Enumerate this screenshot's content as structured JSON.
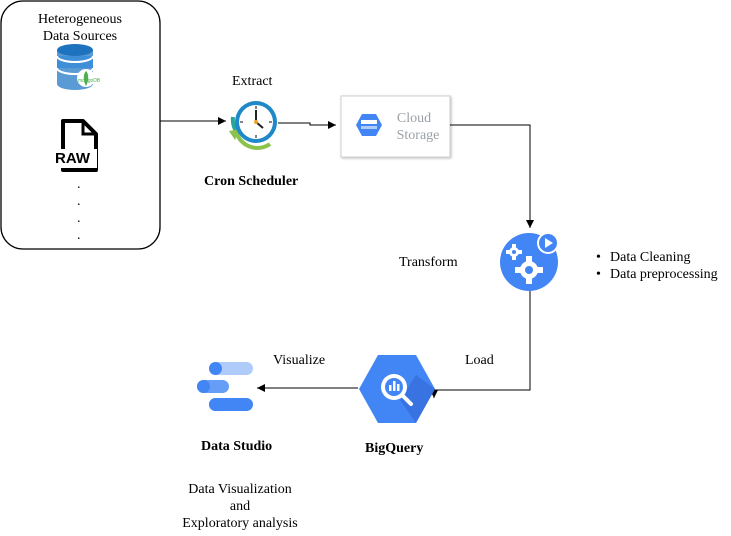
{
  "sources": {
    "title_line1": "Heterogeneous",
    "title_line2": "Data Sources",
    "mongo_label": "mongoDB",
    "raw_label": "RAW",
    "dots": [
      ".",
      ".",
      ".",
      "."
    ]
  },
  "extract": {
    "label": "Extract",
    "node_label": "Cron Scheduler"
  },
  "storage": {
    "line1": "Cloud",
    "line2": "Storage"
  },
  "transform": {
    "label": "Transform",
    "bullets": [
      "Data Cleaning",
      "Data preprocessing"
    ]
  },
  "load": {
    "label": "Load",
    "node_label": "BigQuery"
  },
  "visualize": {
    "label": "Visualize",
    "node_label": "Data Studio",
    "desc_line1": "Data Visualization",
    "desc_line2": "and",
    "desc_line3": "Exploratory analysis"
  },
  "colors": {
    "google_blue": "#4285F4",
    "google_blue_dark": "#3367D6",
    "mongo_green": "#4CAF50",
    "clock_teal": "#26A69A",
    "clock_green": "#8BC34A",
    "clock_orange": "#F4A21C",
    "storage_text": "#9AA0A6"
  },
  "icons": {
    "database": "database-icon",
    "raw_file": "raw-file-icon",
    "clock": "clock-icon",
    "storage": "cloud-storage-icon",
    "dataprep": "gears-play-icon",
    "bigquery": "bigquery-icon",
    "datastudio": "data-studio-icon"
  }
}
